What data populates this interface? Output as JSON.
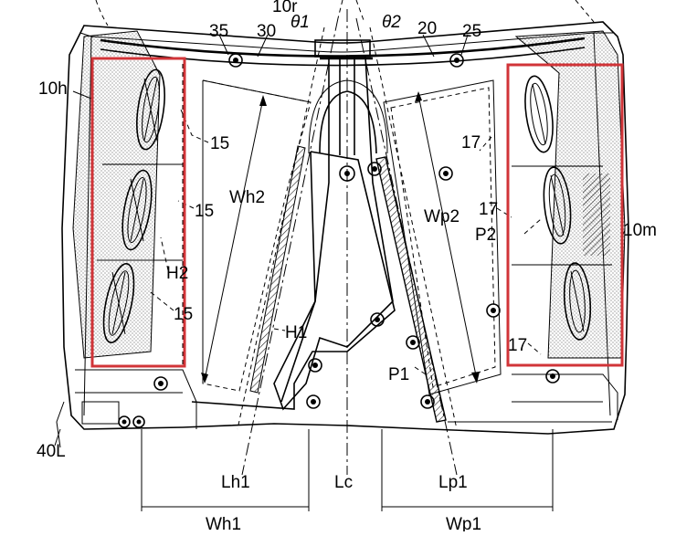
{
  "labels": {
    "l10r": "10r",
    "theta1": "θ1",
    "theta2": "θ2",
    "l35": "35",
    "l30": "30",
    "l20": "20",
    "l25": "25",
    "l10h": "10h",
    "l15a": "15",
    "l15b": "15",
    "l15c": "15",
    "wh2": "Wh2",
    "h2": "H2",
    "h1": "H1",
    "l17a": "17",
    "l17b": "17",
    "l17c": "17",
    "wp2": "Wp2",
    "p2": "P2",
    "l10m": "10m",
    "p1": "P1",
    "l40l": "40L",
    "lh1": "Lh1",
    "lc": "Lc",
    "lp1": "Lp1",
    "wh1": "Wh1",
    "wp1": "Wp1"
  },
  "highlight_color": "#d13438"
}
